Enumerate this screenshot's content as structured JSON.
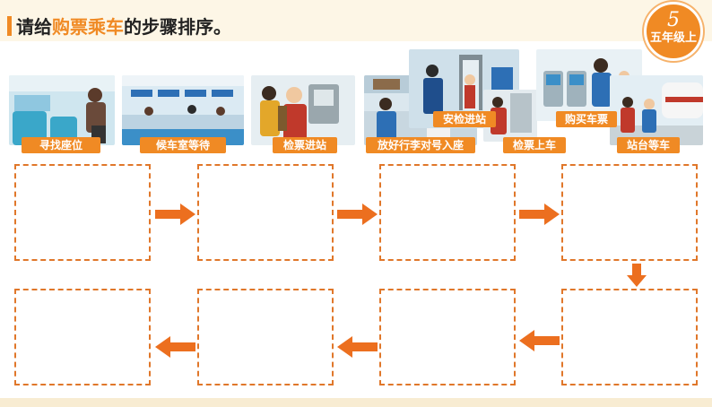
{
  "title": {
    "prefix": "请给",
    "highlight": "购票乘车",
    "suffix": "的步骤排序。"
  },
  "badge": {
    "number": "5",
    "grade": "五年级上"
  },
  "steps": [
    {
      "label": "寻找座位"
    },
    {
      "label": "候车室等待"
    },
    {
      "label": "检票进站"
    },
    {
      "label": "放好行李对号入座"
    },
    {
      "label": "安检进站"
    },
    {
      "label": "检票上车"
    },
    {
      "label": "购买车票"
    },
    {
      "label": "站台等车"
    }
  ],
  "colors": {
    "accent": "#f08a24",
    "box_border": "#e0772a",
    "band": "#fdf6e6"
  },
  "icons": [
    "arrow-right-icon",
    "arrow-down-icon",
    "arrow-left-icon"
  ]
}
